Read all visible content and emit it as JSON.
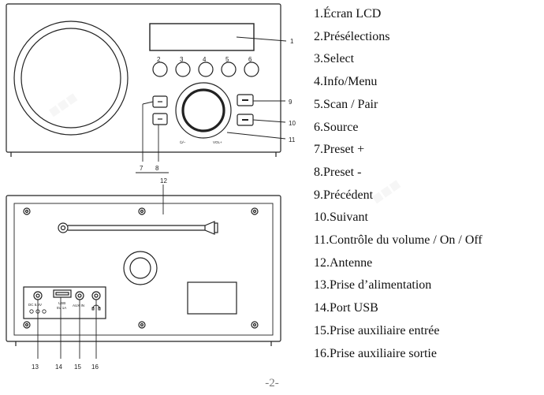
{
  "callouts": {
    "c1": "1",
    "c2": "2",
    "c3": "3",
    "c4": "4",
    "c5": "5",
    "c6": "6",
    "c7": "7",
    "c8": "8",
    "c9": "9",
    "c10": "10",
    "c11": "11",
    "c12": "12",
    "c13": "13",
    "c14": "14",
    "c15": "15",
    "c16": "16"
  },
  "front_panel": {
    "vol_label": "VOL+",
    "power_label": "⏻/−"
  },
  "back_panel": {
    "dc_label": "DC 5.8V",
    "usb_label": "USB",
    "usb_sub": "5V 1A",
    "aux_in_label": "AUX IN"
  },
  "legend": [
    "1.Écran LCD",
    "2.Présélections",
    "3.Select",
    "4.Info/Menu",
    "5.Scan / Pair",
    "6.Source",
    "7.Preset +",
    "8.Preset -",
    "9.Précédent",
    "10.Suivant",
    "11.Contrôle du volume / On / Off",
    "12.Antenne",
    "13.Prise d’alimentation",
    "14.Port USB",
    "15.Prise auxiliaire entrée",
    "16.Prise auxiliaire sortie"
  ],
  "page_number": "-2-"
}
